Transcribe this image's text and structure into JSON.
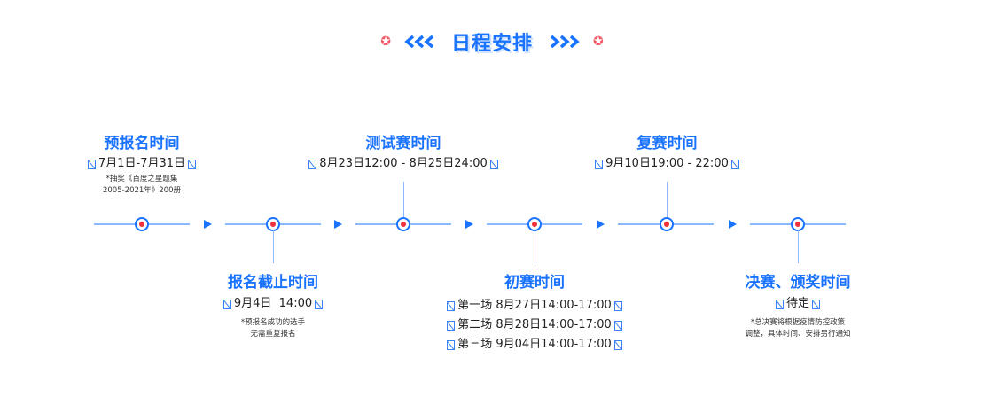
{
  "heading": {
    "title": "日程安排"
  },
  "colors": {
    "accent": "#1a73ff",
    "node_center": "#f0323c",
    "star": "#f15b68"
  },
  "icons": {
    "star": "star-icon",
    "chevron": "chevrons-icon",
    "note": "box-icon"
  },
  "stages": [
    {
      "title": "预报名时间",
      "dates": [
        "7月1日-7月31日"
      ],
      "notes": [
        "*抽奖《百度之星题集",
        "2005-2021年》200册"
      ]
    },
    {
      "title": "报名截止时间",
      "dates": [
        "9月4日  14:00"
      ],
      "notes": [
        "*预报名成功的选手",
        "无需重复报名"
      ]
    },
    {
      "title": "测试赛时间",
      "dates": [
        "8月23日12:00 - 8月25日24:00"
      ],
      "notes": []
    },
    {
      "title": "初赛时间",
      "dates": [
        "第一场 8月27日14:00-17:00",
        "第二场 8月28日14:00-17:00",
        "第三场 9月04日14:00-17:00"
      ],
      "notes": []
    },
    {
      "title": "复赛时间",
      "dates": [
        "9月10日19:00 - 22:00"
      ],
      "notes": []
    },
    {
      "title": "决赛、颁奖时间",
      "dates": [
        "待定"
      ],
      "notes": [
        "*总决赛将根据疫情防控政策",
        "调整，具体时间、安排另行通知"
      ]
    }
  ]
}
